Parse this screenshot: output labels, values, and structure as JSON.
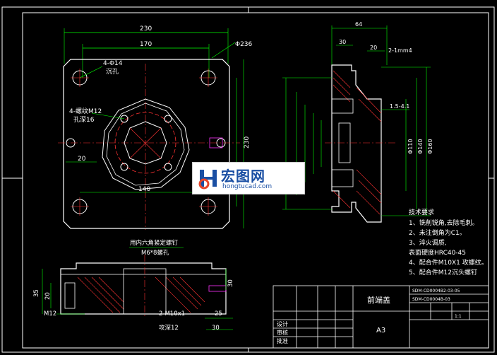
{
  "dims": {
    "top_width": "230",
    "top_inner": "170",
    "top_diameter": "Φ236",
    "top_height": "230",
    "top_bottom": "140",
    "top_left": "20",
    "hole_note_1": "4-Φ14",
    "hole_note_1b": "沉孔",
    "hole_note_2": "4-螺纹M12",
    "hole_note_2b": "孔深16",
    "side_top": "64",
    "side_a": "30",
    "side_b": "20",
    "side_c": "2-1mm4",
    "side_d": "1.5-4.1",
    "side_e": "Φ110",
    "side_f": "Φ140",
    "side_g": "Φ160",
    "bottom_callout_1": "用内六角紧定螺钉",
    "bottom_callout_2": "M6*8螺孔",
    "bottom_left": "M12",
    "bottom_mid": "2-M10x1",
    "bottom_mid2": "攻深12",
    "bottom_r1": "25",
    "bottom_r2": "30",
    "bottom_r3": "30",
    "bottom_h1": "35",
    "bottom_h2": "20"
  },
  "tech_requirements": {
    "title": "技术要求",
    "items": [
      "1、铣削锐角,去除毛刺。",
      "2、未注倒角为C1。",
      "3、淬火调质,",
      "   表面硬度HRC40-45",
      "4、配合件M10X1 攻螺纹。",
      "5、配合件M12沉头螺钉"
    ]
  },
  "title_block": {
    "part_name": "前端盖",
    "code_1": "SDM-CD0004B2-03-05",
    "code_2": "SDM-CD0004B-03",
    "material_label": "A3",
    "scale": "1:1",
    "drawn": "设计",
    "check": "审核",
    "approve": "批准"
  },
  "watermark": {
    "name": "宏图网",
    "url": "hongtucad.com"
  }
}
